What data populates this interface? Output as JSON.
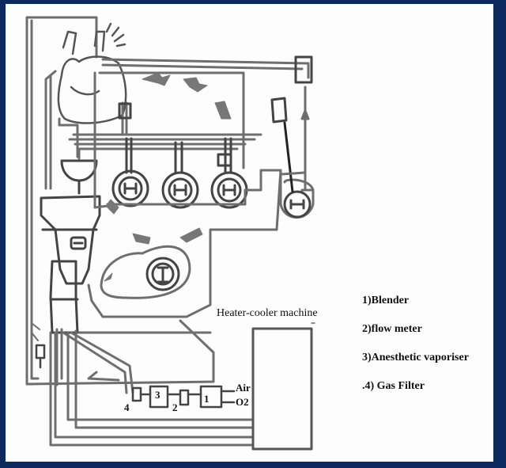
{
  "caption": "Heater-cooler machine",
  "legend": [
    "1)Blender",
    "2)flow meter",
    "3)Anesthetic vaporiser",
    ".4) Gas Filter"
  ],
  "gas_labels": {
    "air": "Air",
    "o2": "O2"
  },
  "component_numbers": {
    "n1": "1",
    "n2": "2",
    "n3": "3",
    "n4": "4"
  }
}
